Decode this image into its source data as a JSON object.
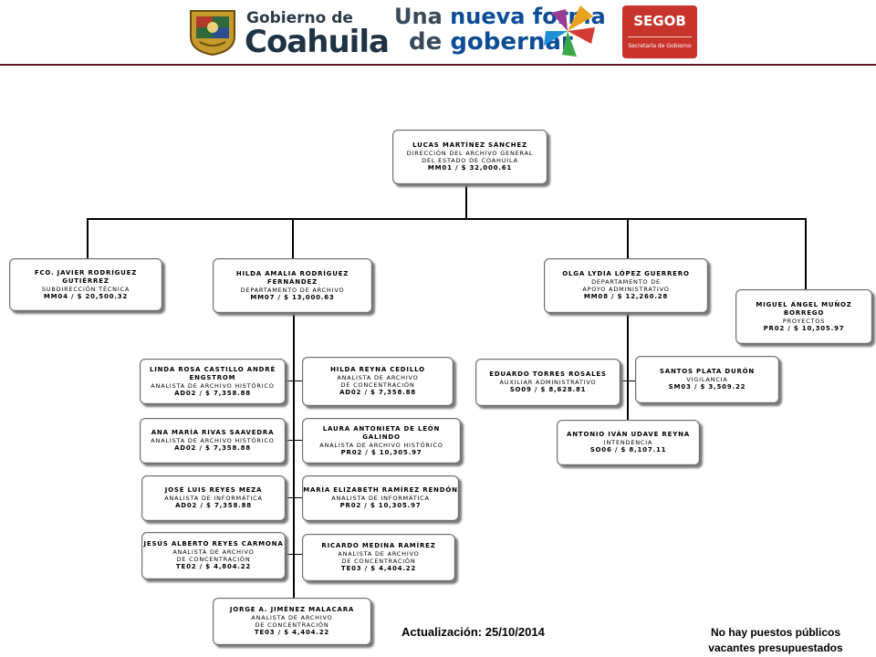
{
  "header": {
    "gov_small": "Gobierno de",
    "gov_big": "Coahuila",
    "slogan_line1_a": "Una",
    "slogan_line1_b": "nueva forma",
    "slogan_line2_a": "de",
    "slogan_line2_b": "gobernar",
    "segob_title": "SEGOB",
    "segob_sub": "Secretaría de Gobierno"
  },
  "org": {
    "director": {
      "name": "LUCAS MARTÍNEZ SÁNCHEZ",
      "title1": "DIRECCIÓN  DEL  ARCHIVO GENERAL",
      "title2": "DEL  ESTADO  DE  COAHUILA",
      "plaza": "MM01 / $ 32,000.61"
    },
    "subdir": {
      "name": "FCO. JAVIER  RODRÍGUEZ  GUTIÉRREZ",
      "title": "SUBDIRECCIÓN  TÉCNICA",
      "plaza": "MM04 / $ 20,500.32"
    },
    "hilda_amalia": {
      "name1": "HILDA  AMALIA  RODRÍGUEZ",
      "name2": "FERNÁNDEZ",
      "title": "DEPARTAMENTO    DE ARCHIVO",
      "plaza": "MM07 / $ 13,000.63"
    },
    "olga": {
      "name": "OLGA LYDIA LÓPEZ GUERRERO",
      "title1": "DEPARTAMENTO   DE",
      "title2": "APOYO ADMINISTRATIVO",
      "plaza": "MM08 / $ 12,260.28"
    },
    "miguel": {
      "name": "MIGUEL ÁNGEL MUÑOZ BORREGO",
      "title": "PROYECTOS",
      "plaza": "PR02  / $ 10,305.97"
    },
    "linda": {
      "name1": "LINDA  ROSA  CASTILLO  ANDRÉ",
      "name2": "ENGSTROM",
      "title": "ANALISTA  DE ARCHIVO  HISTÓRICO",
      "plaza": "AD02  / $ 7,358.88"
    },
    "hilda_reyna": {
      "name": "HILDA REYNA CEDILLO",
      "title1": "ANALISTA DE ARCHIVO",
      "title2": "DE CONCENTRACIÓN",
      "plaza": "AD02  / $ 7,358.88"
    },
    "ana": {
      "name": "ANA  MARÍA  RIVAS  SAAVEDRA",
      "title": "ANALISTA  DE ARCHIVO  HISTÓRICO",
      "plaza": "AD02  / $ 7,358.88"
    },
    "laura": {
      "name": "LAURA  ANTONIETA  DE  LEÓN  GALINDO",
      "title": "ANALISTA  DE ARCHIVO  HISTÓRICO",
      "plaza": "PR02  / $ 10,305.97"
    },
    "jose": {
      "name": "JOSÉ  LUIS  REYES  MEZA",
      "title": "ANALISTA  DE INFORMÁTICA",
      "plaza": "AD02  / $ 7,358.88"
    },
    "maria": {
      "name": "MARÍA  ELIZABETH  RAMÍREZ  RENDÓN",
      "title": "ANALISTA  DE INFORMÁTICA",
      "plaza": "PR02  / $ 10,305.97"
    },
    "jesus": {
      "name": "JESÚS  ALBERTO  REYES  CARMONA",
      "title1": "ANALISTA  DE ARCHIVO",
      "title2": "DE CONCENTRACIÓN",
      "plaza": "TE02  / $ 4,804.22"
    },
    "ricardo": {
      "name": "RICARDO  MEDINA  RAMÍREZ",
      "title1": "ANALISTA  DE ARCHIVO",
      "title2": "DE CONCENTRACIÓN",
      "plaza": "TE03  / $ 4,404.22"
    },
    "jorge": {
      "name": "JORGE  A.  JIMÉNEZ  MALACARA",
      "title1": "ANALISTA  DE ARCHIVO",
      "title2": "DE CONCENTRACIÓN",
      "plaza": "TE03  / $ 4,404.22"
    },
    "eduardo": {
      "name": "EDUARDO  TORRES  ROSALES",
      "title": "AUXILIAR  ADMINISTRATIVO",
      "plaza": "SO09  / $ 8,628.81"
    },
    "santos": {
      "name": "SANTOS  PLATA  DURÓN",
      "title": "VIGILANCIA",
      "plaza": "SM03  / $ 3,509.22"
    },
    "antonio": {
      "name": "ANTONIO  IVÁN  UDAVE  REYNA",
      "title": "INTENDENCIA",
      "plaza": "SO06  / $ 8,107.11"
    }
  },
  "footer": {
    "updated": "Actualización: 25/10/2014",
    "note_line1": "No hay puestos públicos",
    "note_line2": "vacantes presupuestados"
  }
}
